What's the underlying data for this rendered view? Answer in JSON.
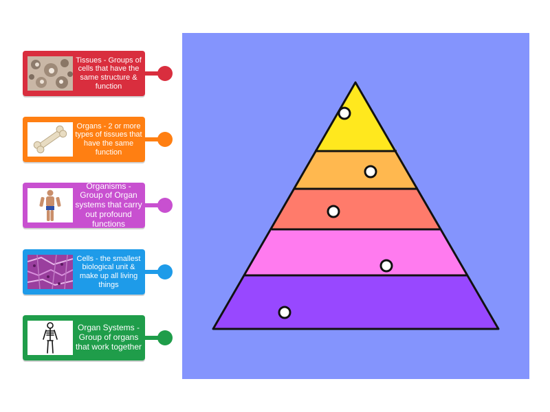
{
  "cards": [
    {
      "id": "tissues",
      "text": "Tissues - Groups of cells that have the same structure & function",
      "color": "#d92e3e",
      "image": "tissue-micrograph"
    },
    {
      "id": "organs",
      "text": "Organs - 2 or more types of tissues that have the same function",
      "color": "#ff7f12",
      "image": "bone-icon"
    },
    {
      "id": "organisms",
      "text": "Organisms - Group of Organ systems that carry out profound functions",
      "color": "#c850d0",
      "image": "human-figure-icon"
    },
    {
      "id": "cells",
      "text": "Cells - the smallest biological unit & make up all living things",
      "color": "#1e9be9",
      "image": "cell-micrograph"
    },
    {
      "id": "organ-systems",
      "text": "Organ Systems - Group of organs that work together",
      "color": "#1f9d4a",
      "image": "skeleton-icon"
    }
  ],
  "pyramid": {
    "background": "#8494fd",
    "levels": [
      {
        "level": 1,
        "color": "#ffe81e"
      },
      {
        "level": 2,
        "color": "#ffb84f"
      },
      {
        "level": 3,
        "color": "#ff7b6b"
      },
      {
        "level": 4,
        "color": "#ff7bef"
      },
      {
        "level": 5,
        "color": "#9848ff"
      }
    ]
  }
}
